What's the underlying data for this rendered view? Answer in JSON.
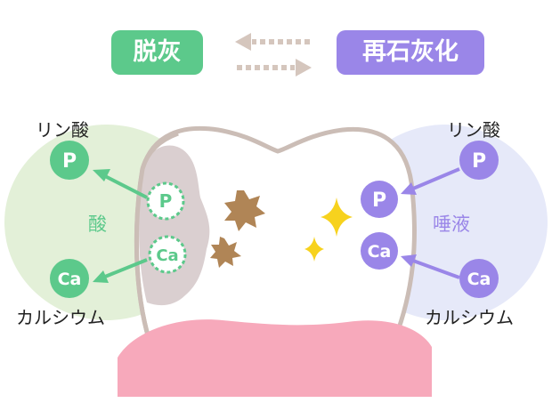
{
  "title_left": "脱灰",
  "title_right": "再石灰化",
  "left": {
    "phosphate_label": "リン酸",
    "calcium_label": "カルシウム",
    "region_label": "酸",
    "p_symbol": "P",
    "ca_symbol": "Ca"
  },
  "right": {
    "phosphate_label": "リン酸",
    "calcium_label": "カルシウム",
    "region_label": "唾液",
    "p_symbol": "P",
    "ca_symbol": "Ca"
  },
  "colors": {
    "green": "#5cc98b",
    "purple": "#9a86e8",
    "green_bg": "#e3f0d8",
    "purple_bg": "#e6e9f9",
    "gum": "#f7a9bb",
    "tooth_outline": "#cbbdb6",
    "demineralized": "#d8cccd",
    "stain": "#b08556",
    "sparkle": "#f7d21e",
    "arrow_dotted": "#d5c6bd"
  }
}
